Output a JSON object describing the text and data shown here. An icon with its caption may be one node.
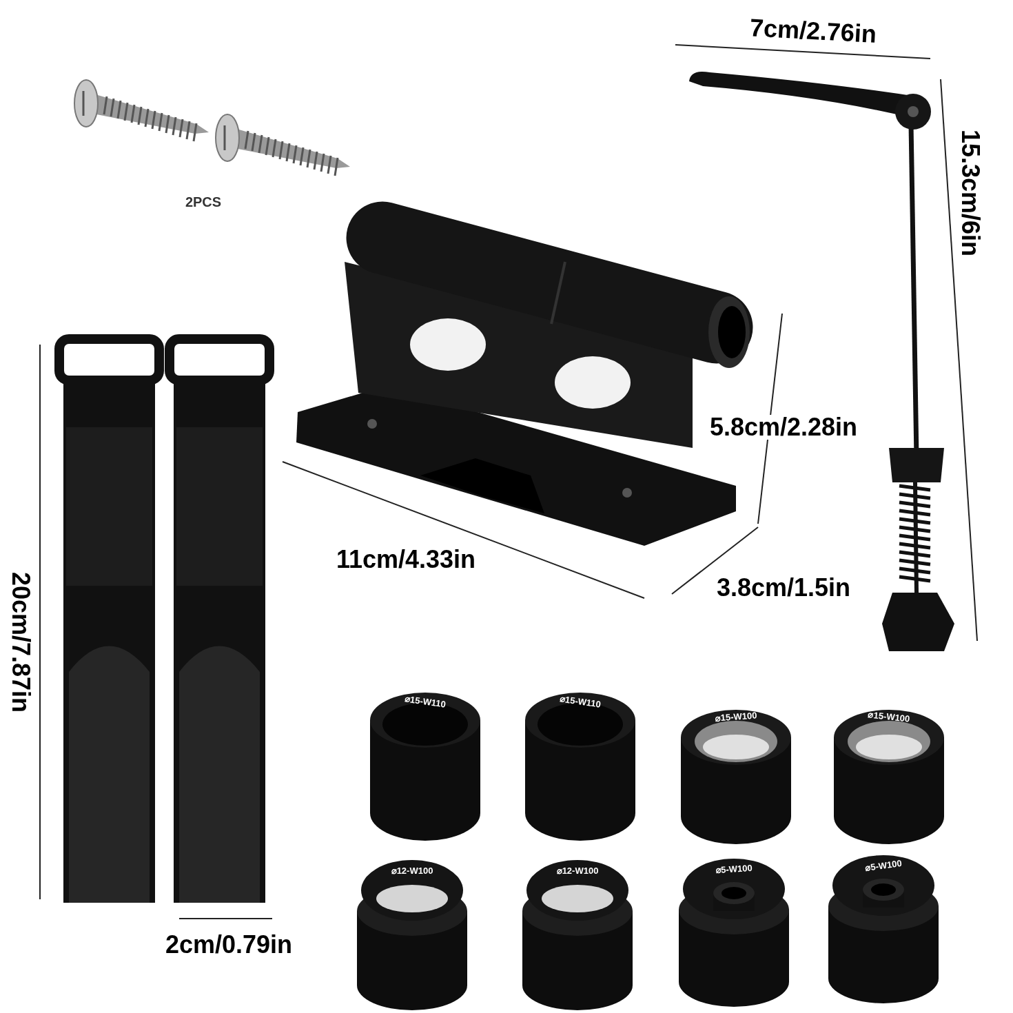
{
  "diagram": {
    "labels": [
      "7cm/2.76in",
      "2PCS",
      "15.3cm/6in",
      "5.8cm/2.28in",
      "11cm/4.33in",
      "3.8cm/1.5in",
      "20cm/7.87in",
      "⌀15-W110",
      "⌀15-W110",
      "⌀15-W100",
      "⌀15-W100",
      "⌀12-W100",
      "⌀12-W100",
      "⌀5-W100",
      "⌀5-W100",
      "2cm/0.79in"
    ]
  }
}
